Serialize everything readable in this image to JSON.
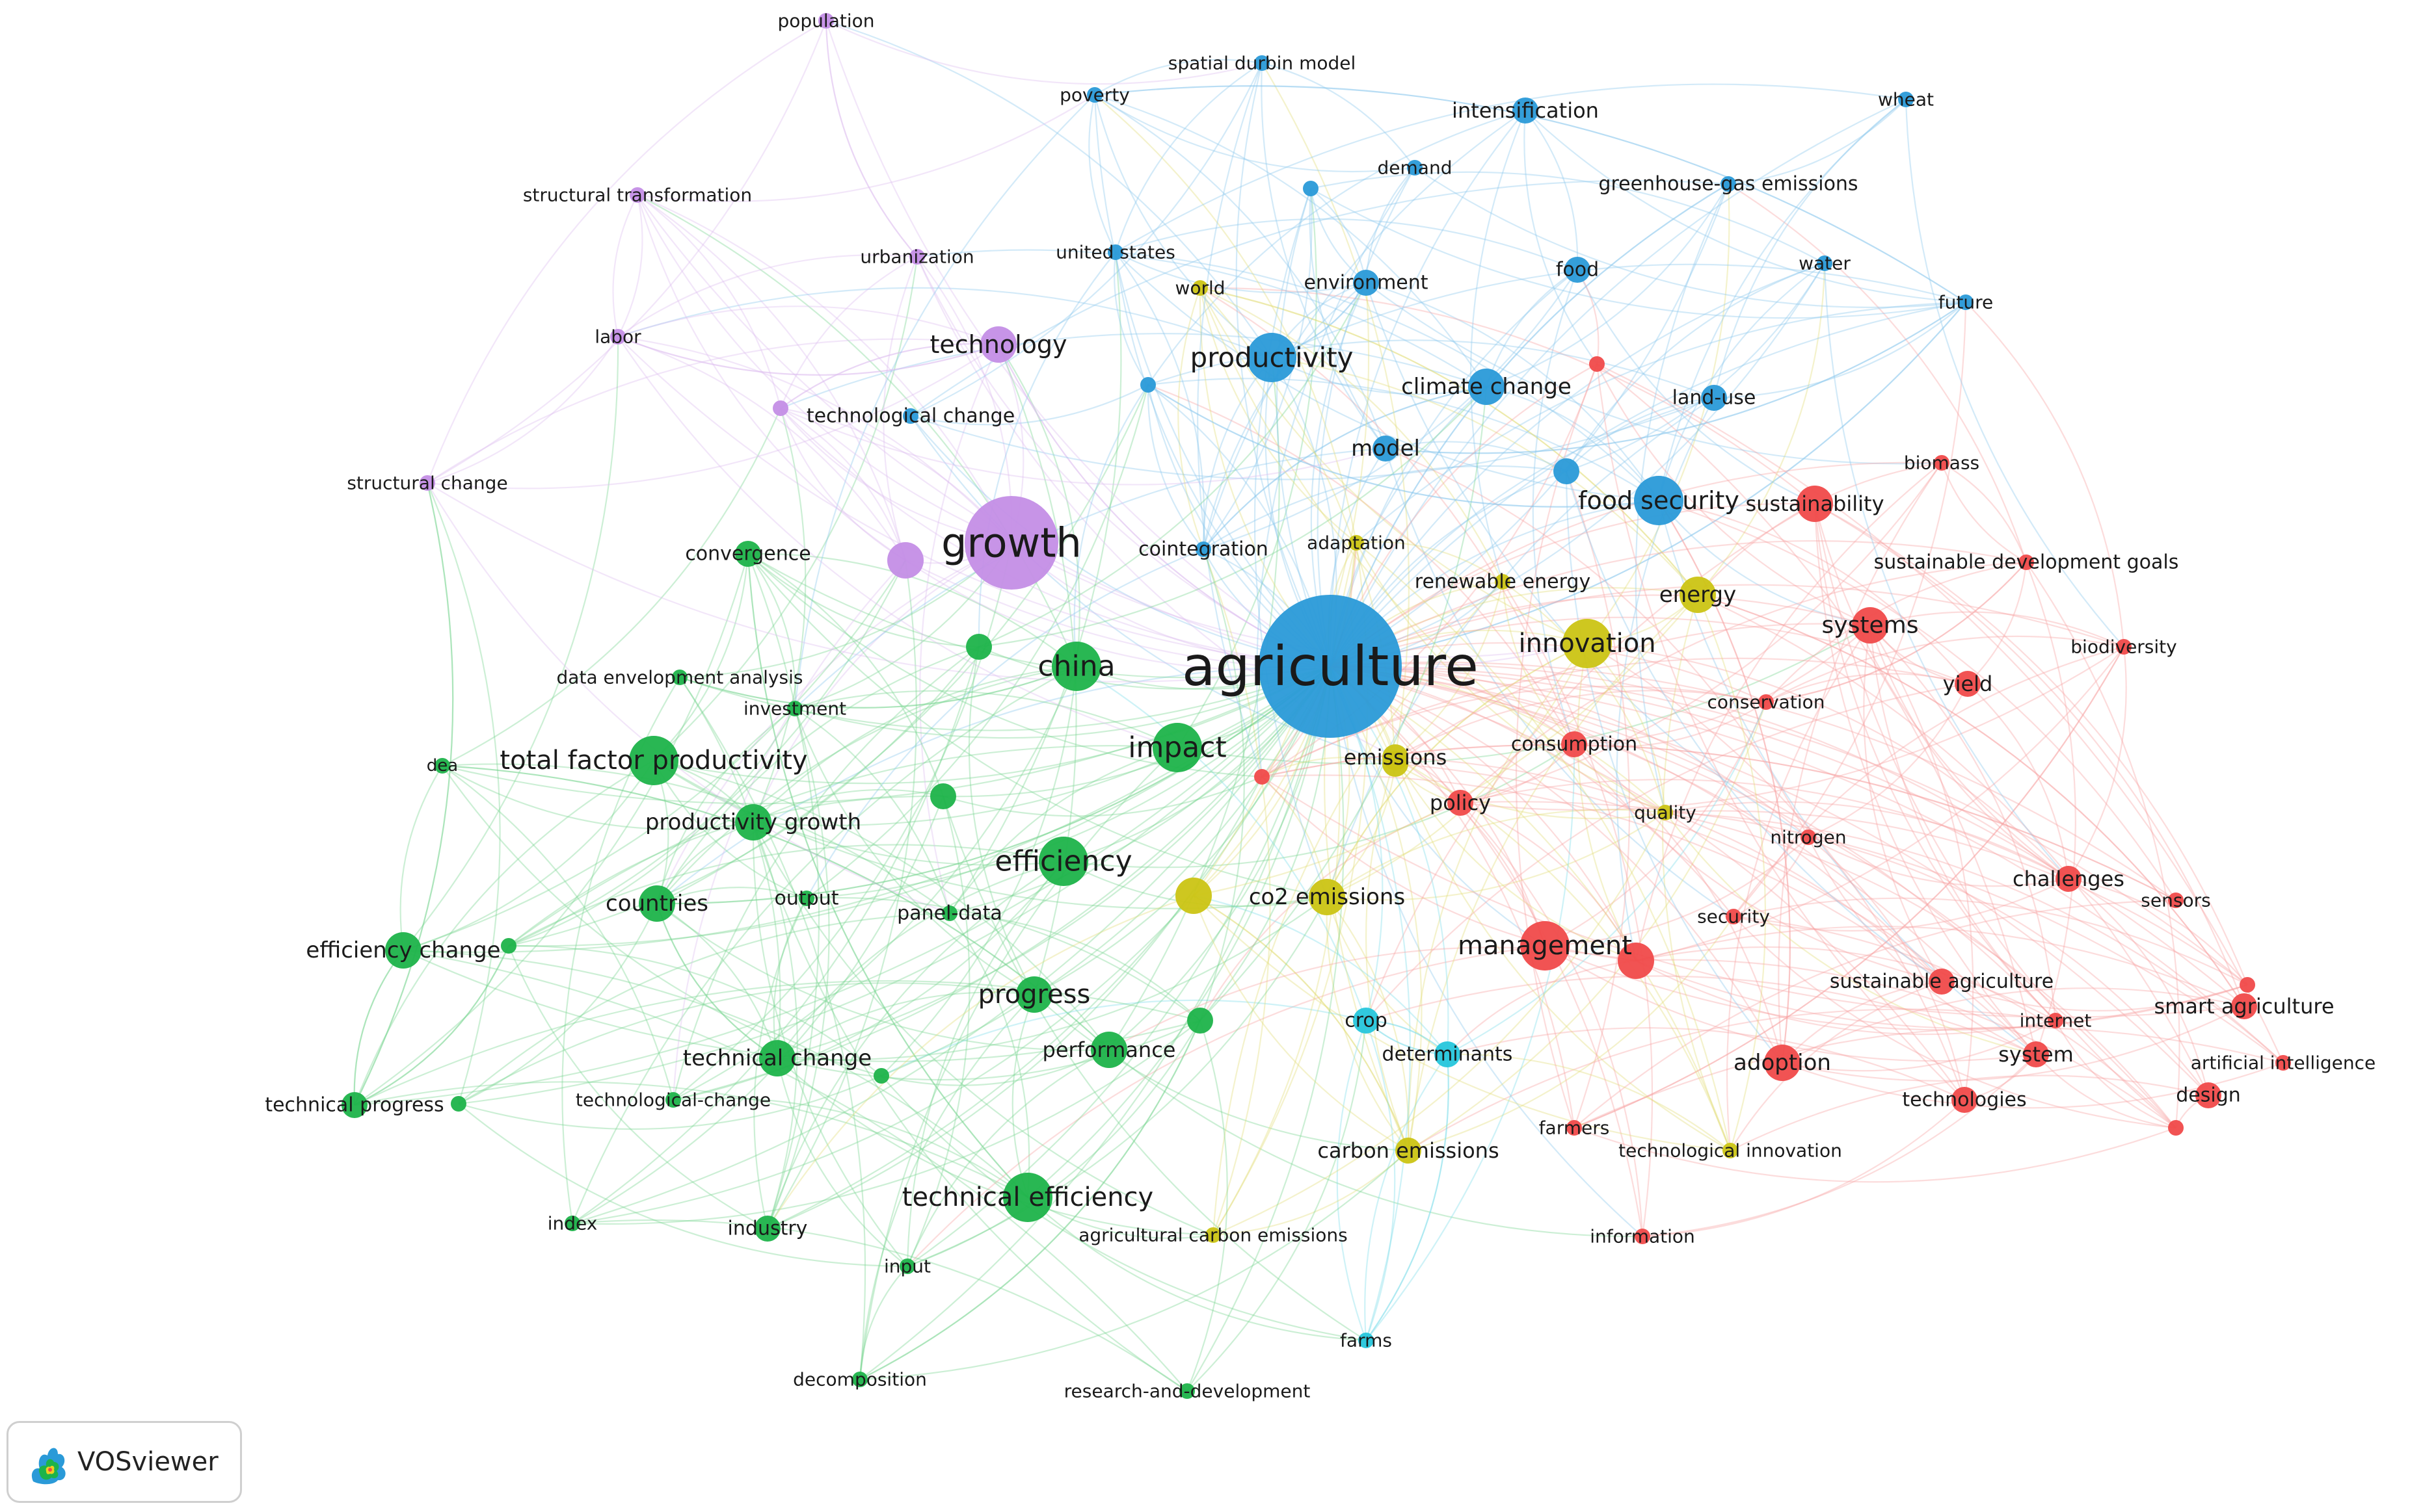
{
  "app": {
    "name": "VOSviewer"
  },
  "clusters": {
    "red": {
      "color": "#f04a4a",
      "edge": "#f7a3a3"
    },
    "green": {
      "color": "#1db34a",
      "edge": "#79d590"
    },
    "blue": {
      "color": "#2a9ad8",
      "edge": "#8cc8ec"
    },
    "yellow": {
      "color": "#cbc414",
      "edge": "#e3de78"
    },
    "purple": {
      "color": "#c48ee6",
      "edge": "#dcbcef"
    },
    "cyan": {
      "color": "#26c6dc",
      "edge": "#7fdde9"
    }
  },
  "nodes": [
    {
      "label": "agriculture",
      "cluster": "blue",
      "weight": 10
    },
    {
      "label": "growth",
      "cluster": "purple",
      "weight": 7
    },
    {
      "label": "china",
      "cluster": "green",
      "weight": 5
    },
    {
      "label": "impact",
      "cluster": "green",
      "weight": 5
    },
    {
      "label": "efficiency",
      "cluster": "green",
      "weight": 5
    },
    {
      "label": "total factor productivity",
      "cluster": "green",
      "weight": 5
    },
    {
      "label": "technical efficiency",
      "cluster": "green",
      "weight": 5
    },
    {
      "label": "productivity",
      "cluster": "blue",
      "weight": 5
    },
    {
      "label": "food security",
      "cluster": "blue",
      "weight": 5
    },
    {
      "label": "management",
      "cluster": "red",
      "weight": 5
    },
    {
      "label": "innovation",
      "cluster": "yellow",
      "weight": 5
    },
    {
      "label": "technology",
      "cluster": "purple",
      "weight": 4
    },
    {
      "label": "progress",
      "cluster": "green",
      "weight": 4
    },
    {
      "label": "systems",
      "cluster": "red",
      "weight": 4
    },
    {
      "label": "climate change",
      "cluster": "blue",
      "weight": 4
    },
    {
      "label": "energy",
      "cluster": "yellow",
      "weight": 4
    },
    {
      "label": "co2 emissions",
      "cluster": "yellow",
      "weight": 4
    },
    {
      "label": "sustainability",
      "cluster": "red",
      "weight": 4
    },
    {
      "label": "countries",
      "cluster": "green",
      "weight": 4
    },
    {
      "label": "productivity growth",
      "cluster": "green",
      "weight": 4
    },
    {
      "label": "efficiency change",
      "cluster": "green",
      "weight": 4
    },
    {
      "label": "technical change",
      "cluster": "green",
      "weight": 4
    },
    {
      "label": "performance",
      "cluster": "green",
      "weight": 4
    },
    {
      "label": "adoption",
      "cluster": "red",
      "weight": 4
    },
    {
      "label": "policy",
      "cluster": "red",
      "weight": 3
    },
    {
      "label": "model",
      "cluster": "blue",
      "weight": 3
    },
    {
      "label": "emissions",
      "cluster": "yellow",
      "weight": 3
    },
    {
      "label": "carbon emissions",
      "cluster": "yellow",
      "weight": 3
    },
    {
      "label": "system",
      "cluster": "red",
      "weight": 3
    },
    {
      "label": "yield",
      "cluster": "red",
      "weight": 3
    },
    {
      "label": "intensification",
      "cluster": "blue",
      "weight": 3
    },
    {
      "label": "consumption",
      "cluster": "red",
      "weight": 3
    },
    {
      "label": "challenges",
      "cluster": "red",
      "weight": 3
    },
    {
      "label": "land-use",
      "cluster": "blue",
      "weight": 3
    },
    {
      "label": "food",
      "cluster": "blue",
      "weight": 3
    },
    {
      "label": "environment",
      "cluster": "blue",
      "weight": 3
    },
    {
      "label": "crop",
      "cluster": "cyan",
      "weight": 3
    },
    {
      "label": "determinants",
      "cluster": "cyan",
      "weight": 3
    },
    {
      "label": "convergence",
      "cluster": "green",
      "weight": 3
    },
    {
      "label": "cointegration",
      "cluster": "blue",
      "weight": 2
    },
    {
      "label": "adaptation",
      "cluster": "yellow",
      "weight": 2
    },
    {
      "label": "renewable energy",
      "cluster": "yellow",
      "weight": 2
    },
    {
      "label": "sustainable development goals",
      "cluster": "red",
      "weight": 2
    },
    {
      "label": "biodiversity",
      "cluster": "red",
      "weight": 2
    },
    {
      "label": "conservation",
      "cluster": "red",
      "weight": 2
    },
    {
      "label": "biomass",
      "cluster": "red",
      "weight": 2
    },
    {
      "label": "quality",
      "cluster": "yellow",
      "weight": 2
    },
    {
      "label": "nitrogen",
      "cluster": "red",
      "weight": 2
    },
    {
      "label": "security",
      "cluster": "red",
      "weight": 2
    },
    {
      "label": "sustainable agriculture",
      "cluster": "red",
      "weight": 3
    },
    {
      "label": "internet",
      "cluster": "red",
      "weight": 2
    },
    {
      "label": "smart agriculture",
      "cluster": "red",
      "weight": 3
    },
    {
      "label": "artificial intelligence",
      "cluster": "red",
      "weight": 2
    },
    {
      "label": "technologies",
      "cluster": "red",
      "weight": 3
    },
    {
      "label": "design",
      "cluster": "red",
      "weight": 3
    },
    {
      "label": "sensors",
      "cluster": "red",
      "weight": 2
    },
    {
      "label": "farmers",
      "cluster": "red",
      "weight": 2
    },
    {
      "label": "technological innovation",
      "cluster": "yellow",
      "weight": 2
    },
    {
      "label": "information",
      "cluster": "red",
      "weight": 2
    },
    {
      "label": "farms",
      "cluster": "cyan",
      "weight": 2
    },
    {
      "label": "agricultural carbon emissions",
      "cluster": "yellow",
      "weight": 2
    },
    {
      "label": "panel-data",
      "cluster": "green",
      "weight": 2
    },
    {
      "label": "output",
      "cluster": "green",
      "weight": 2
    },
    {
      "label": "investment",
      "cluster": "green",
      "weight": 2
    },
    {
      "label": "data envelopment analysis",
      "cluster": "green",
      "weight": 2
    },
    {
      "label": "dea",
      "cluster": "green",
      "weight": 2
    },
    {
      "label": "technical progress",
      "cluster": "green",
      "weight": 3
    },
    {
      "label": "technological-change",
      "cluster": "green",
      "weight": 2
    },
    {
      "label": "index",
      "cluster": "green",
      "weight": 2
    },
    {
      "label": "industry",
      "cluster": "green",
      "weight": 3
    },
    {
      "label": "input",
      "cluster": "green",
      "weight": 2
    },
    {
      "label": "decomposition",
      "cluster": "green",
      "weight": 2
    },
    {
      "label": "research-and-development",
      "cluster": "green",
      "weight": 2
    },
    {
      "label": "technological change",
      "cluster": "blue",
      "weight": 2
    },
    {
      "label": "urbanization",
      "cluster": "purple",
      "weight": 2
    },
    {
      "label": "united states",
      "cluster": "blue",
      "weight": 2
    },
    {
      "label": "world",
      "cluster": "yellow",
      "weight": 2
    },
    {
      "label": "poverty",
      "cluster": "blue",
      "weight": 2
    },
    {
      "label": "spatial durbin model",
      "cluster": "blue",
      "weight": 2
    },
    {
      "label": "demand",
      "cluster": "blue",
      "weight": 2
    },
    {
      "label": "greenhouse-gas emissions",
      "cluster": "blue",
      "weight": 2
    },
    {
      "label": "wheat",
      "cluster": "blue",
      "weight": 2
    },
    {
      "label": "water",
      "cluster": "blue",
      "weight": 2
    },
    {
      "label": "future",
      "cluster": "blue",
      "weight": 2
    },
    {
      "label": "population",
      "cluster": "purple",
      "weight": 2
    },
    {
      "label": "structural transformation",
      "cluster": "purple",
      "weight": 2
    },
    {
      "label": "labor",
      "cluster": "purple",
      "weight": 2
    },
    {
      "label": "structural change",
      "cluster": "purple",
      "weight": 2
    }
  ],
  "unlabeled_nodes": [
    {
      "cluster": "purple",
      "weight": 4
    },
    {
      "cluster": "green",
      "weight": 3
    },
    {
      "cluster": "green",
      "weight": 3
    },
    {
      "cluster": "green",
      "weight": 3
    },
    {
      "cluster": "green",
      "weight": 2
    },
    {
      "cluster": "green",
      "weight": 2
    },
    {
      "cluster": "green",
      "weight": 2
    },
    {
      "cluster": "yellow",
      "weight": 4
    },
    {
      "cluster": "yellow",
      "weight": 3
    },
    {
      "cluster": "red",
      "weight": 4
    },
    {
      "cluster": "red",
      "weight": 2
    },
    {
      "cluster": "red",
      "weight": 2
    },
    {
      "cluster": "red",
      "weight": 2
    },
    {
      "cluster": "red",
      "weight": 2
    },
    {
      "cluster": "blue",
      "weight": 3
    },
    {
      "cluster": "blue",
      "weight": 2
    },
    {
      "cluster": "blue",
      "weight": 2
    },
    {
      "cluster": "purple",
      "weight": 2
    }
  ]
}
